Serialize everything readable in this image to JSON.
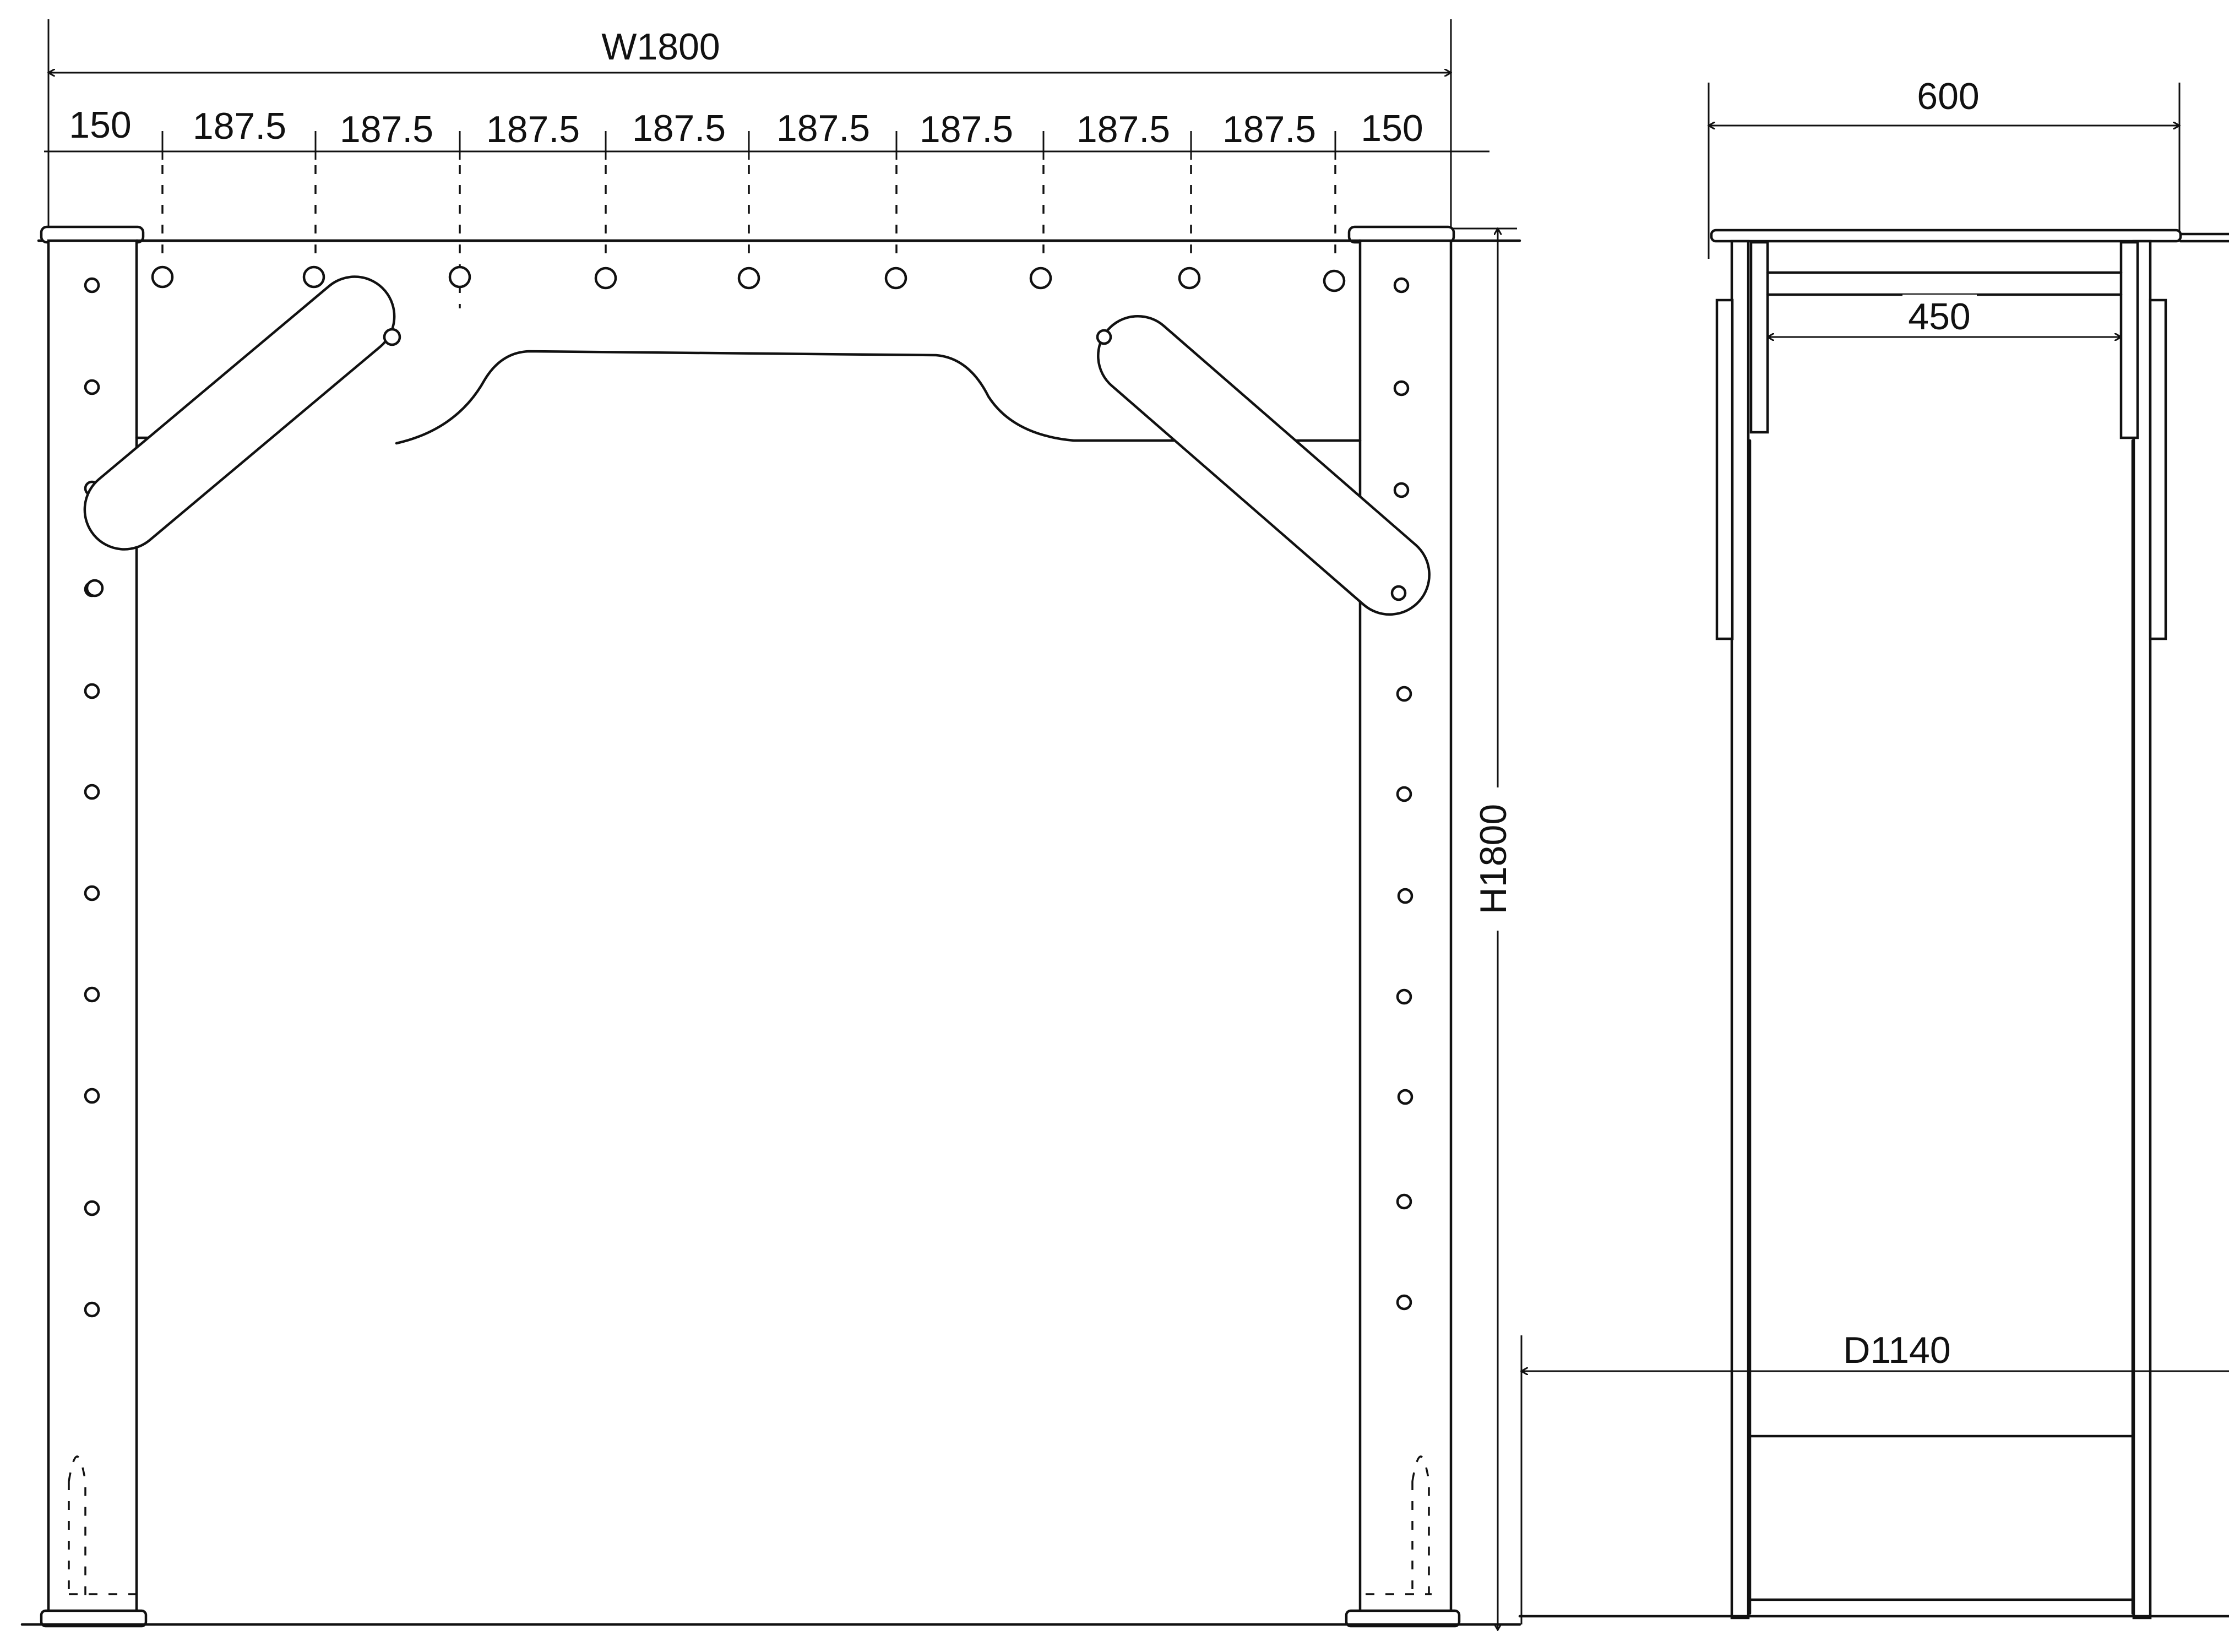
{
  "front_view": {
    "width_label": "W1800",
    "height_label": "H1800",
    "spacing_labels": [
      "150",
      "187.5",
      "187.5",
      "187.5",
      "187.5",
      "187.5",
      "187.5",
      "187.5",
      "187.5",
      "150"
    ]
  },
  "side_view": {
    "top_width_label": "600",
    "inner_width_label": "450",
    "depth_label": "D1140"
  }
}
